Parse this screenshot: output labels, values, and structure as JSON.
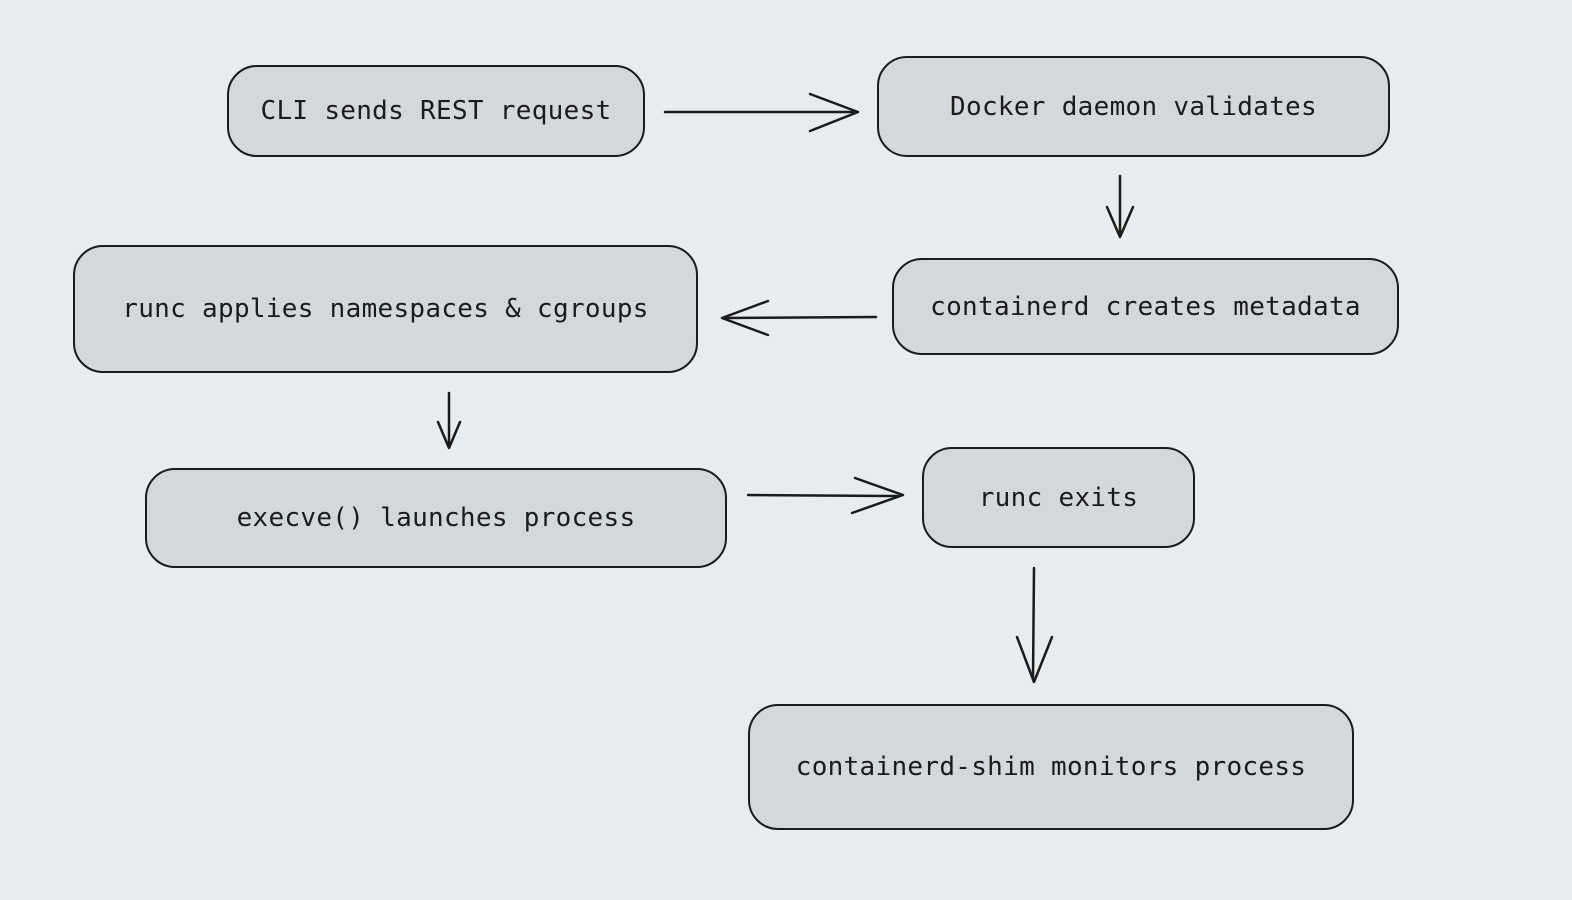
{
  "diagram": {
    "type": "flowchart",
    "background_color": "#e9ecef",
    "node_fill_color": "#d4d7db",
    "node_border_color": "#1b1b1b",
    "text_color": "#1b1b1b",
    "nodes": [
      {
        "id": "cli",
        "label": "CLI sends REST request"
      },
      {
        "id": "daemon",
        "label": "Docker daemon validates"
      },
      {
        "id": "containerd",
        "label": "containerd creates metadata"
      },
      {
        "id": "runc-apply",
        "label": "runc applies namespaces & cgroups"
      },
      {
        "id": "execve",
        "label": "execve() launches process"
      },
      {
        "id": "runc-exits",
        "label": "runc exits"
      },
      {
        "id": "shim",
        "label": "containerd-shim monitors process"
      }
    ],
    "edges": [
      {
        "from": "cli",
        "to": "daemon",
        "direction": "right"
      },
      {
        "from": "daemon",
        "to": "containerd",
        "direction": "down"
      },
      {
        "from": "containerd",
        "to": "runc-apply",
        "direction": "left"
      },
      {
        "from": "runc-apply",
        "to": "execve",
        "direction": "down"
      },
      {
        "from": "execve",
        "to": "runc-exits",
        "direction": "right"
      },
      {
        "from": "runc-exits",
        "to": "shim",
        "direction": "down"
      }
    ]
  }
}
